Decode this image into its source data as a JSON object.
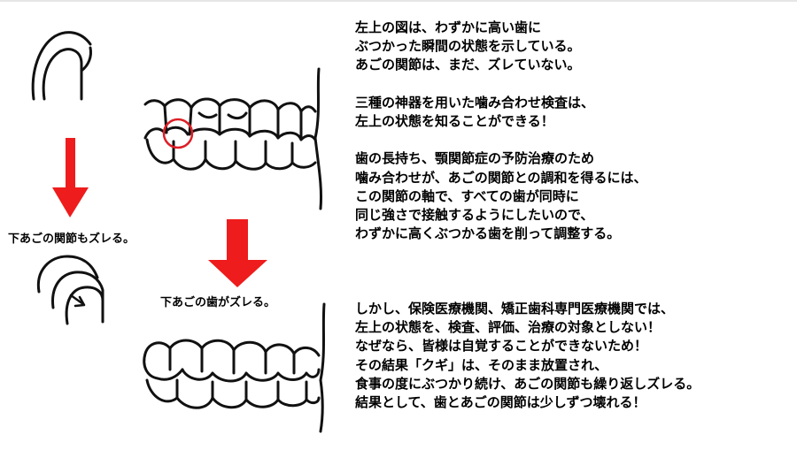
{
  "captions": {
    "jaw_shift": "下あごの関節もズレる。",
    "teeth_shift": "下あごの歯がズレる。"
  },
  "upper_text": [
    "左上の図は、わずかに高い歯に",
    "ぶつかった瞬間の状態を示している。",
    "あごの関節は、まだ、ズレていない。",
    "",
    "三種の神器を用いた噛み合わせ検査は、",
    "左上の状態を知ることができる！",
    "",
    "歯の長持ち、顎関節症の予防治療のため",
    "噛み合わせが、あごの関節との調和を得るには、",
    "この関節の軸で、すべての歯が同時に",
    "同じ強さで接触するようにしたいので、",
    "わずかに高くぶつかる歯を削って調整する。"
  ],
  "lower_text": [
    "しかし、保険医療機関、矯正歯科専門医療機関では、",
    "左上の状態を、検査、評価、治療の対象としない！",
    "なぜなら、皆様は自覚することができないため！",
    "その結果「クギ」は、そのまま放置され、",
    "食事の度にぶつかり続け、あごの関節も繰り返しズレる。",
    "結果として、歯とあごの関節は少しずつ壊れる！"
  ],
  "colors": {
    "arrow": "#ee1c1c",
    "highlight_circle": "#dd1f26",
    "line_art": "#111111",
    "text": "#000000"
  }
}
